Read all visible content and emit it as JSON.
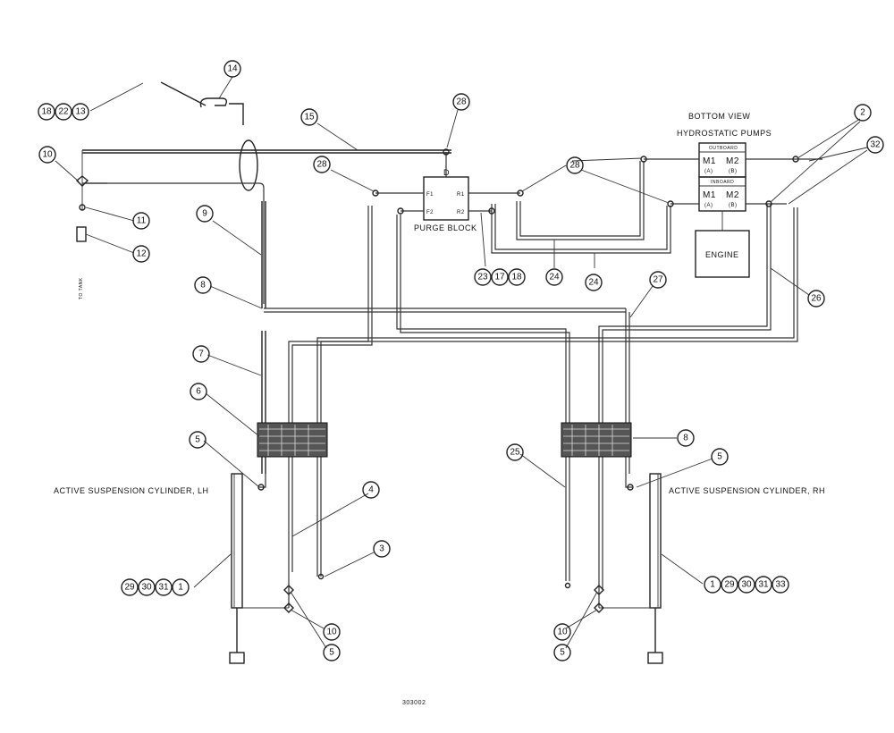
{
  "labels": {
    "bottom_view": "BOTTOM VIEW",
    "hydrostatic_pumps": "HYDROSTATIC PUMPS",
    "outboard": "OUTBOARD",
    "inboard": "INBOARD",
    "m1": "M1",
    "m2": "M2",
    "m1_sub": "(A)",
    "m2_sub": "(B)",
    "engine": "ENGINE",
    "purge_block": "PURGE BLOCK",
    "port_d": "D",
    "port_f1": "F1",
    "port_f2": "F2",
    "port_r1": "R1",
    "port_r2": "R2",
    "cyl_lh": "ACTIVE SUSPENSION CYLINDER, LH",
    "cyl_rh": "ACTIVE SUSPENSION CYLINDER, RH",
    "to_tank": "TO TANK",
    "drawing_no": "303002"
  },
  "callouts": {
    "c1": "1",
    "c2": "2",
    "c3": "3",
    "c4": "4",
    "c5": "5",
    "c6": "6",
    "c7": "7",
    "c8": "8",
    "c9": "9",
    "c10": "10",
    "c11": "11",
    "c12": "12",
    "c13": "13",
    "c14": "14",
    "c15": "15",
    "c17": "17",
    "c18": "18",
    "c22": "22",
    "c23": "23",
    "c24": "24",
    "c25": "25",
    "c26": "26",
    "c27": "27",
    "c28": "28",
    "c29": "29",
    "c30": "30",
    "c31": "31",
    "c32": "32",
    "c33": "33"
  }
}
